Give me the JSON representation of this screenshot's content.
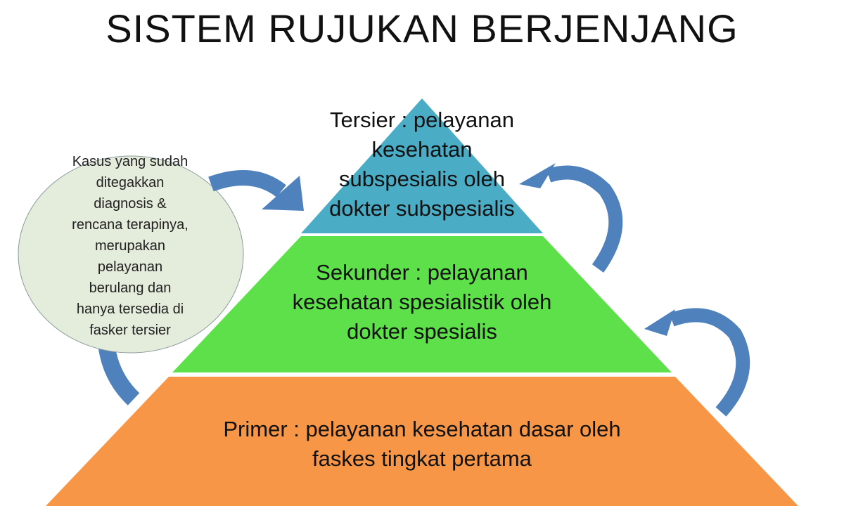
{
  "title": "SISTEM RUJUKAN BERJENJANG",
  "colors": {
    "tersier": "#4bacc6",
    "sekunder": "#5ee04a",
    "primer": "#f79646",
    "arrow": "#4f81bd",
    "ellipse": "#e4ecdb"
  },
  "tiers": {
    "tersier": [
      "Tersier : pelayanan",
      "kesehatan",
      "subspesialis oleh",
      "dokter subspesialis"
    ],
    "sekunder": [
      "Sekunder : pelayanan",
      "kesehatan spesialistik oleh",
      "dokter spesialis"
    ],
    "primer": [
      "Primer : pelayanan kesehatan dasar oleh",
      "faskes tingkat pertama"
    ]
  },
  "note": [
    "Kasus yang sudah",
    "ditegakkan",
    "diagnosis &",
    "rencana terapinya,",
    "merupakan",
    "pelayanan",
    "berulang dan",
    "hanya tersedia di",
    "fasker tersier"
  ]
}
